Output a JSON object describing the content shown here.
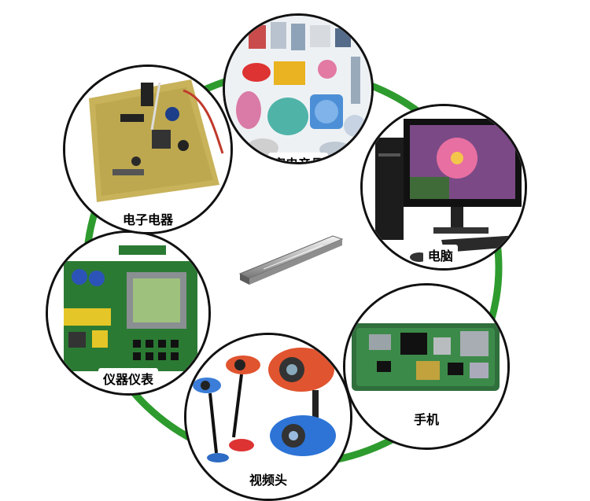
{
  "diagram": {
    "ring_color": "#2e9b2e",
    "center_item": "aluminum-heatsink-bar-image",
    "nodes": [
      {
        "id": "household-appliances",
        "label": "家电产品"
      },
      {
        "id": "computer",
        "label": "电脑"
      },
      {
        "id": "mobile-phone",
        "label": "手机"
      },
      {
        "id": "webcam",
        "label": "视频头"
      },
      {
        "id": "instruments",
        "label": "仪器仪表"
      },
      {
        "id": "electronic-appliances",
        "label": "电子电器"
      }
    ]
  }
}
